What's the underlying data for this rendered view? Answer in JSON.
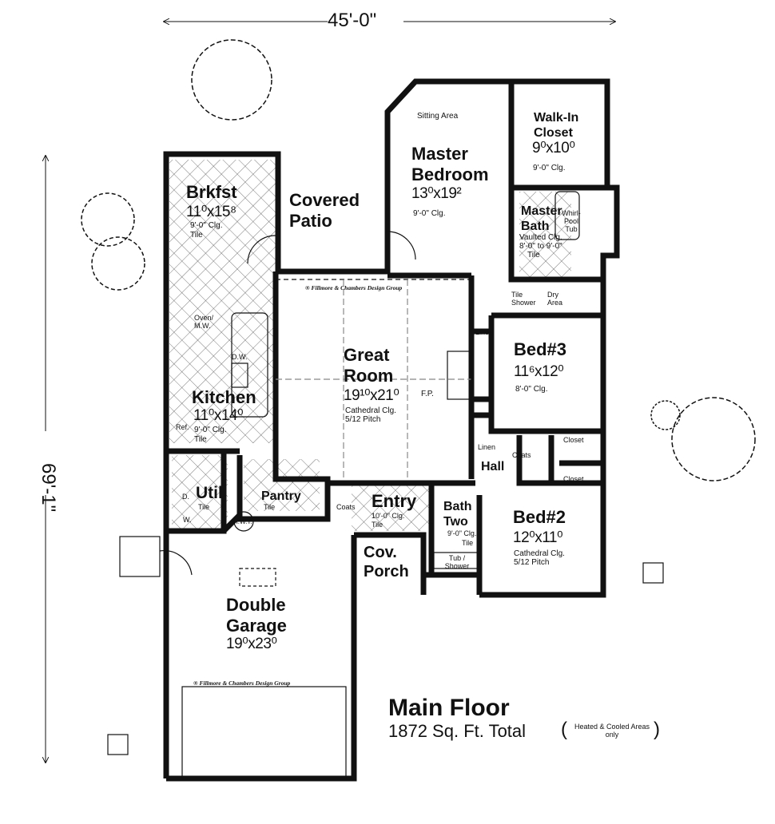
{
  "dimensions": {
    "width_label": "45'-0\"",
    "depth_label": "69'-1\""
  },
  "title": {
    "name": "Main Floor",
    "area": "1872 Sq. Ft. Total",
    "area_note_open": "(",
    "area_note": "Heated & Cooled Areas only",
    "area_note_close": ")"
  },
  "credit": "® Fillmore & Chambers Design Group",
  "rooms": {
    "brkfst": {
      "name": "Brkfst",
      "size": "11⁰x15⁸",
      "ceiling": "9'-0\" Clg.",
      "floor": "Tile"
    },
    "patio": {
      "name": "Covered Patio"
    },
    "master_bed": {
      "name": "Master Bedroom",
      "size": "13⁰x19²",
      "ceiling": "9'-0\" Clg.",
      "sitting": "Sitting Area"
    },
    "walkin": {
      "name": "Walk-In Closet",
      "size": "9⁰x10⁰",
      "ceiling": "9'-0\" Clg."
    },
    "master_bath": {
      "name": "Master Bath",
      "ceiling": "Vaulted Clg. 8'-0\" to 9'-0\"",
      "floor": "Tile",
      "tub": "Whirl-Pool Tub",
      "shower": "Tile Shower",
      "dry": "Dry Area"
    },
    "great": {
      "name": "Great Room",
      "size": "19¹⁰x21⁰",
      "ceiling": "Cathedral Clg.",
      "pitch": "5/12 Pitch",
      "fp": "F.P."
    },
    "kitchen": {
      "name": "Kitchen",
      "size": "11⁰x14⁰",
      "ceiling": "9'-0\" Clg.",
      "floor": "Tile",
      "ref": "Ref.",
      "oven": "Oven/ M.W.",
      "dw": "D.W."
    },
    "bed3": {
      "name": "Bed#3",
      "size": "11⁶x12⁰",
      "ceiling": "8'-0\" Clg."
    },
    "bed2": {
      "name": "Bed#2",
      "size": "12⁰x11⁰",
      "ceiling": "Cathedral Clg.",
      "pitch": "5/12 Pitch"
    },
    "hall": {
      "name": "Hall",
      "linen1": "Linen",
      "linen2": "Linen",
      "coats": "Coats",
      "closet1": "Closet",
      "closet2": "Closet"
    },
    "bath2": {
      "name": "Bath Two",
      "ceiling": "9'-0\" Clg.",
      "floor": "Tile",
      "tub": "Tub / Shower"
    },
    "entry": {
      "name": "Entry",
      "ceiling": "10'-0\" Clg.",
      "floor": "Tile",
      "coats": "Coats"
    },
    "porch": {
      "name": "Cov. Porch"
    },
    "pantry": {
      "name": "Pantry",
      "floor": "Tile"
    },
    "util": {
      "name": "Util",
      "floor": "Tile",
      "dryer": "D.",
      "washer": "W.",
      "hwt": "H.W.T."
    },
    "garage": {
      "name": "Double Garage",
      "size": "19⁰x23⁰"
    }
  }
}
